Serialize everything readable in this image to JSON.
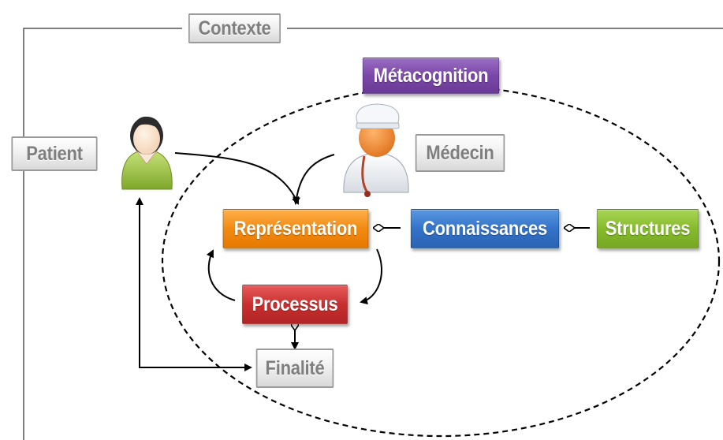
{
  "nodes": {
    "contexte": "Contexte",
    "metacognition": "Métacognition",
    "patient": "Patient",
    "medecin": "Médecin",
    "representation": "Représentation",
    "connaissances": "Connaissances",
    "structures": "Structures",
    "processus": "Processus",
    "finalite": "Finalité"
  },
  "icons": {
    "patient": "woman-user-icon",
    "medecin": "doctor-user-icon"
  },
  "colors": {
    "metacognition": "#7a47a8",
    "representation": "#f28a12",
    "connaissances": "#3373c9",
    "structures": "#86bb2c",
    "processus": "#c83030",
    "grey_label": "#7f7f7f"
  }
}
